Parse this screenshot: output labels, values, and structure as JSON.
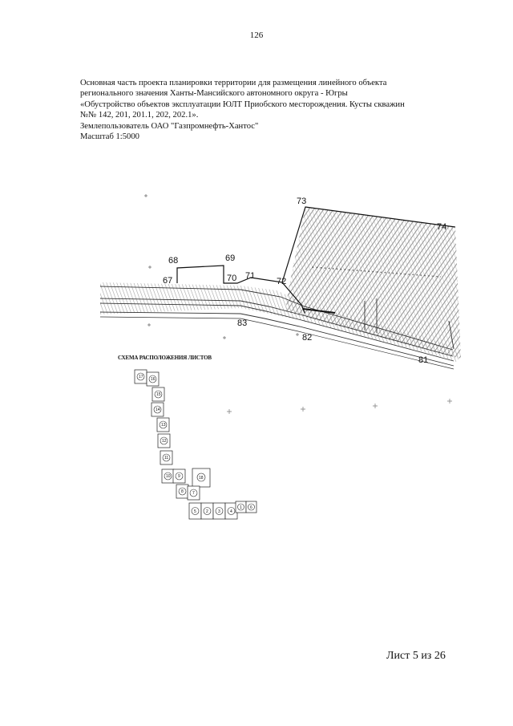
{
  "page_number": "126",
  "header": {
    "lines": [
      "Основная часть проекта планировки территории для размещения линейного объекта",
      "регионального значения Ханты-Мансийского автономного округа - Югры",
      "«Обустройство объектов эксплуатации ЮЛТ Приобского месторождения. Кусты скважин",
      "№№ 142, 201, 201.1, 202, 202.1».",
      "Землепользователь ОАО \"Газпромнефть-Хантос\"",
      "Масштаб 1:5000"
    ]
  },
  "map": {
    "point_labels": [
      "67",
      "68",
      "69",
      "70",
      "71",
      "72",
      "73",
      "74",
      "81",
      "82",
      "83"
    ]
  },
  "scheme": {
    "title": "СХЕМА РАСПОЛОЖЕНИЯ ЛИСТОВ",
    "sheets": [
      "17",
      "16",
      "15",
      "14",
      "13",
      "12",
      "11",
      "10",
      "9",
      "8",
      "18",
      "7",
      "5",
      "2",
      "3",
      "4",
      "1",
      "6"
    ]
  },
  "sheet_label": "Лист 5 из 26",
  "colors": {
    "ink": "#111111",
    "hatch": "#7a7a7a",
    "paper": "#ffffff"
  }
}
